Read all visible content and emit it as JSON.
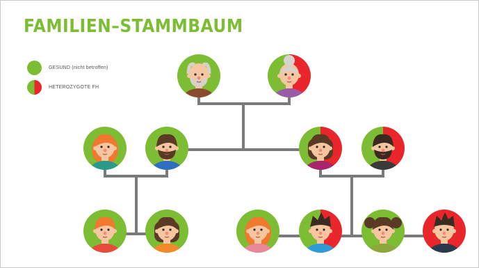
{
  "title": "FAMILIEN–STAMMBAUM",
  "legend": [
    {
      "label": "GESUND (nicht betroffen)",
      "status": "healthy"
    },
    {
      "label": "HETEROZYGOTE FH",
      "status": "heterozygous"
    }
  ],
  "colors": {
    "healthy": "#7dbd34",
    "affected": "#e8262c",
    "line": "#7a7a7a",
    "skin": "#f6c6a0"
  },
  "people": [
    {
      "id": "grandfather",
      "status": "healthy",
      "hair": "#d9d0c6",
      "shirt": "#8a4a2d",
      "beard": "#d9d0c6",
      "hairStyle": "bald"
    },
    {
      "id": "grandmother",
      "status": "heterozygous",
      "hair": "#d6d2cc",
      "shirt": "#9b5ca7",
      "hairStyle": "bun"
    },
    {
      "id": "aunt",
      "status": "healthy",
      "hair": "#f0782f",
      "shirt": "#2a9a8a",
      "hairStyle": "long"
    },
    {
      "id": "uncle",
      "status": "healthy",
      "hair": "#5a3a25",
      "shirt": "#2f6ec2",
      "beard": "#5a3a25",
      "hairStyle": "short"
    },
    {
      "id": "mother",
      "status": "heterozygous",
      "hair": "#5a3a25",
      "shirt": "#a8256e",
      "hairStyle": "bob"
    },
    {
      "id": "father",
      "status": "heterozygous",
      "hair": "#3a2a20",
      "shirt": "#3a3a3a",
      "beard": "#3a2a20",
      "hairStyle": "short"
    },
    {
      "id": "cousin-girl",
      "status": "healthy",
      "hair": "#f0782f",
      "shirt": "#e84b3c",
      "hairStyle": "short"
    },
    {
      "id": "cousin-boy",
      "status": "healthy",
      "hair": "#5a3a25",
      "shirt": "#f08a2a",
      "hairStyle": "bob"
    },
    {
      "id": "child-1",
      "status": "healthy",
      "hair": "#f0782f",
      "shirt": "#e8879a",
      "hairStyle": "long"
    },
    {
      "id": "child-2",
      "status": "heterozygous",
      "hair": "#3a2a20",
      "shirt": "#2f9ad6",
      "hairStyle": "spiky"
    },
    {
      "id": "child-3",
      "status": "healthy",
      "hair": "#5a3a25",
      "shirt": "#8da83a",
      "hairStyle": "pigtails"
    },
    {
      "id": "child-4",
      "status": "affected",
      "hair": "#3a2a20",
      "shirt": "#2a3a4a",
      "hairStyle": "spiky"
    }
  ]
}
